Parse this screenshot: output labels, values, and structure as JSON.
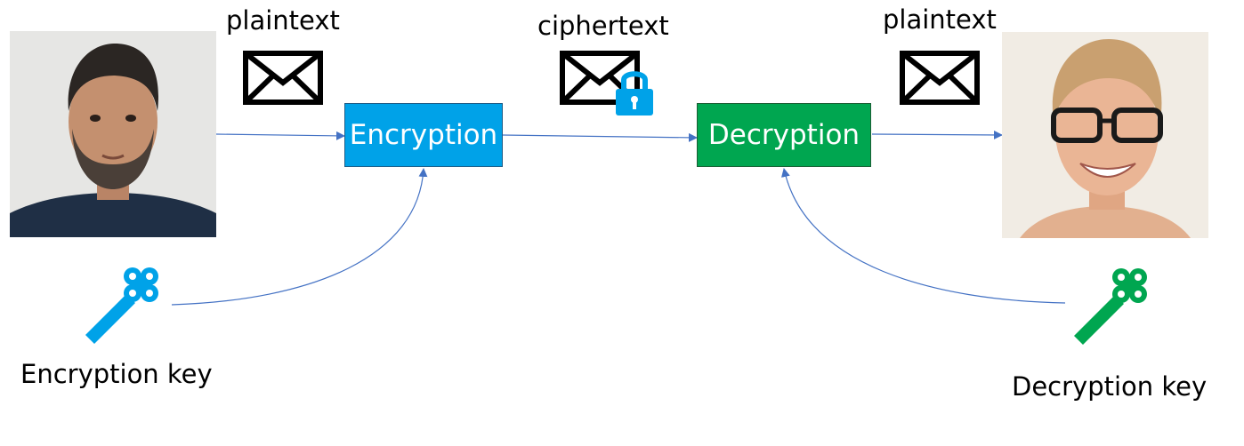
{
  "labels": {
    "plaintext_left": "plaintext",
    "ciphertext": "ciphertext",
    "plaintext_right": "plaintext",
    "encryption_key": "Encryption key",
    "decryption_key": "Decryption key"
  },
  "boxes": {
    "encryption": "Encryption",
    "decryption": "Decryption"
  },
  "colors": {
    "encryption": "#00a2e8",
    "decryption": "#00a650",
    "arrow": "#4472c4",
    "lock": "#00a2e8"
  },
  "icons": {
    "sender": "sender-photo-icon",
    "receiver": "receiver-photo-icon",
    "envelope": "envelope-icon",
    "lock": "padlock-icon",
    "key": "key-icon"
  }
}
